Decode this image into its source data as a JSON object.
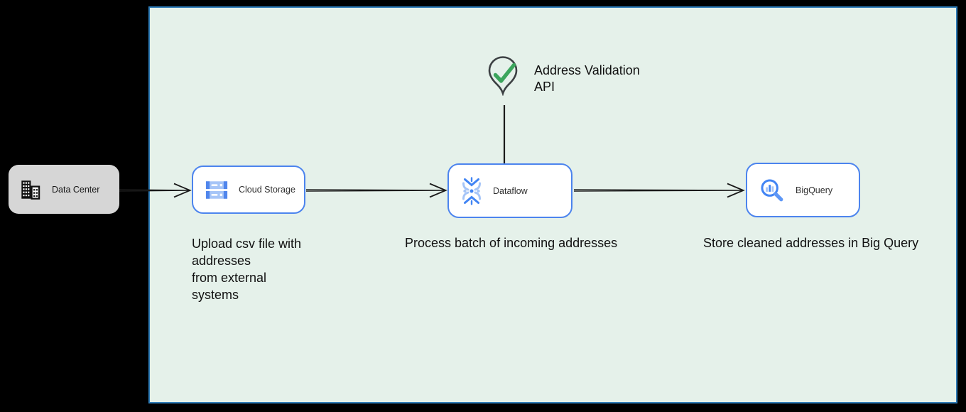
{
  "nodes": {
    "data_center": {
      "label": "Data Center",
      "icon": "building-icon"
    },
    "cloud_storage": {
      "label": "Cloud Storage",
      "icon": "cloud-storage-icon"
    },
    "dataflow": {
      "label": "Dataflow",
      "icon": "dataflow-icon"
    },
    "bigquery": {
      "label": "BigQuery",
      "icon": "bigquery-icon"
    }
  },
  "api_marker": {
    "label": "Address Validation\nAPI",
    "icon": "map-pin-check-icon"
  },
  "annotations": {
    "upload": "Upload csv file with\naddresses\nfrom external\nsystems",
    "process": "Process batch of incoming addresses",
    "store": "Store cleaned addresses in Big Query"
  },
  "colors": {
    "page_background": "#000000",
    "boundary_fill": "#E5F1EA",
    "boundary_border": "#2E7CB8",
    "node_fill": "#FFFFFF",
    "node_border": "#4C84EE",
    "datacenter_fill": "#D6D6D6",
    "arrow": "#1A1A1A",
    "gcp_blue": "#4285F4",
    "gcp_blue_light": "#A6C5F7",
    "gcp_blue_mid": "#5086EC",
    "check_green": "#3BA55C",
    "pin_outline": "#3C4043"
  }
}
